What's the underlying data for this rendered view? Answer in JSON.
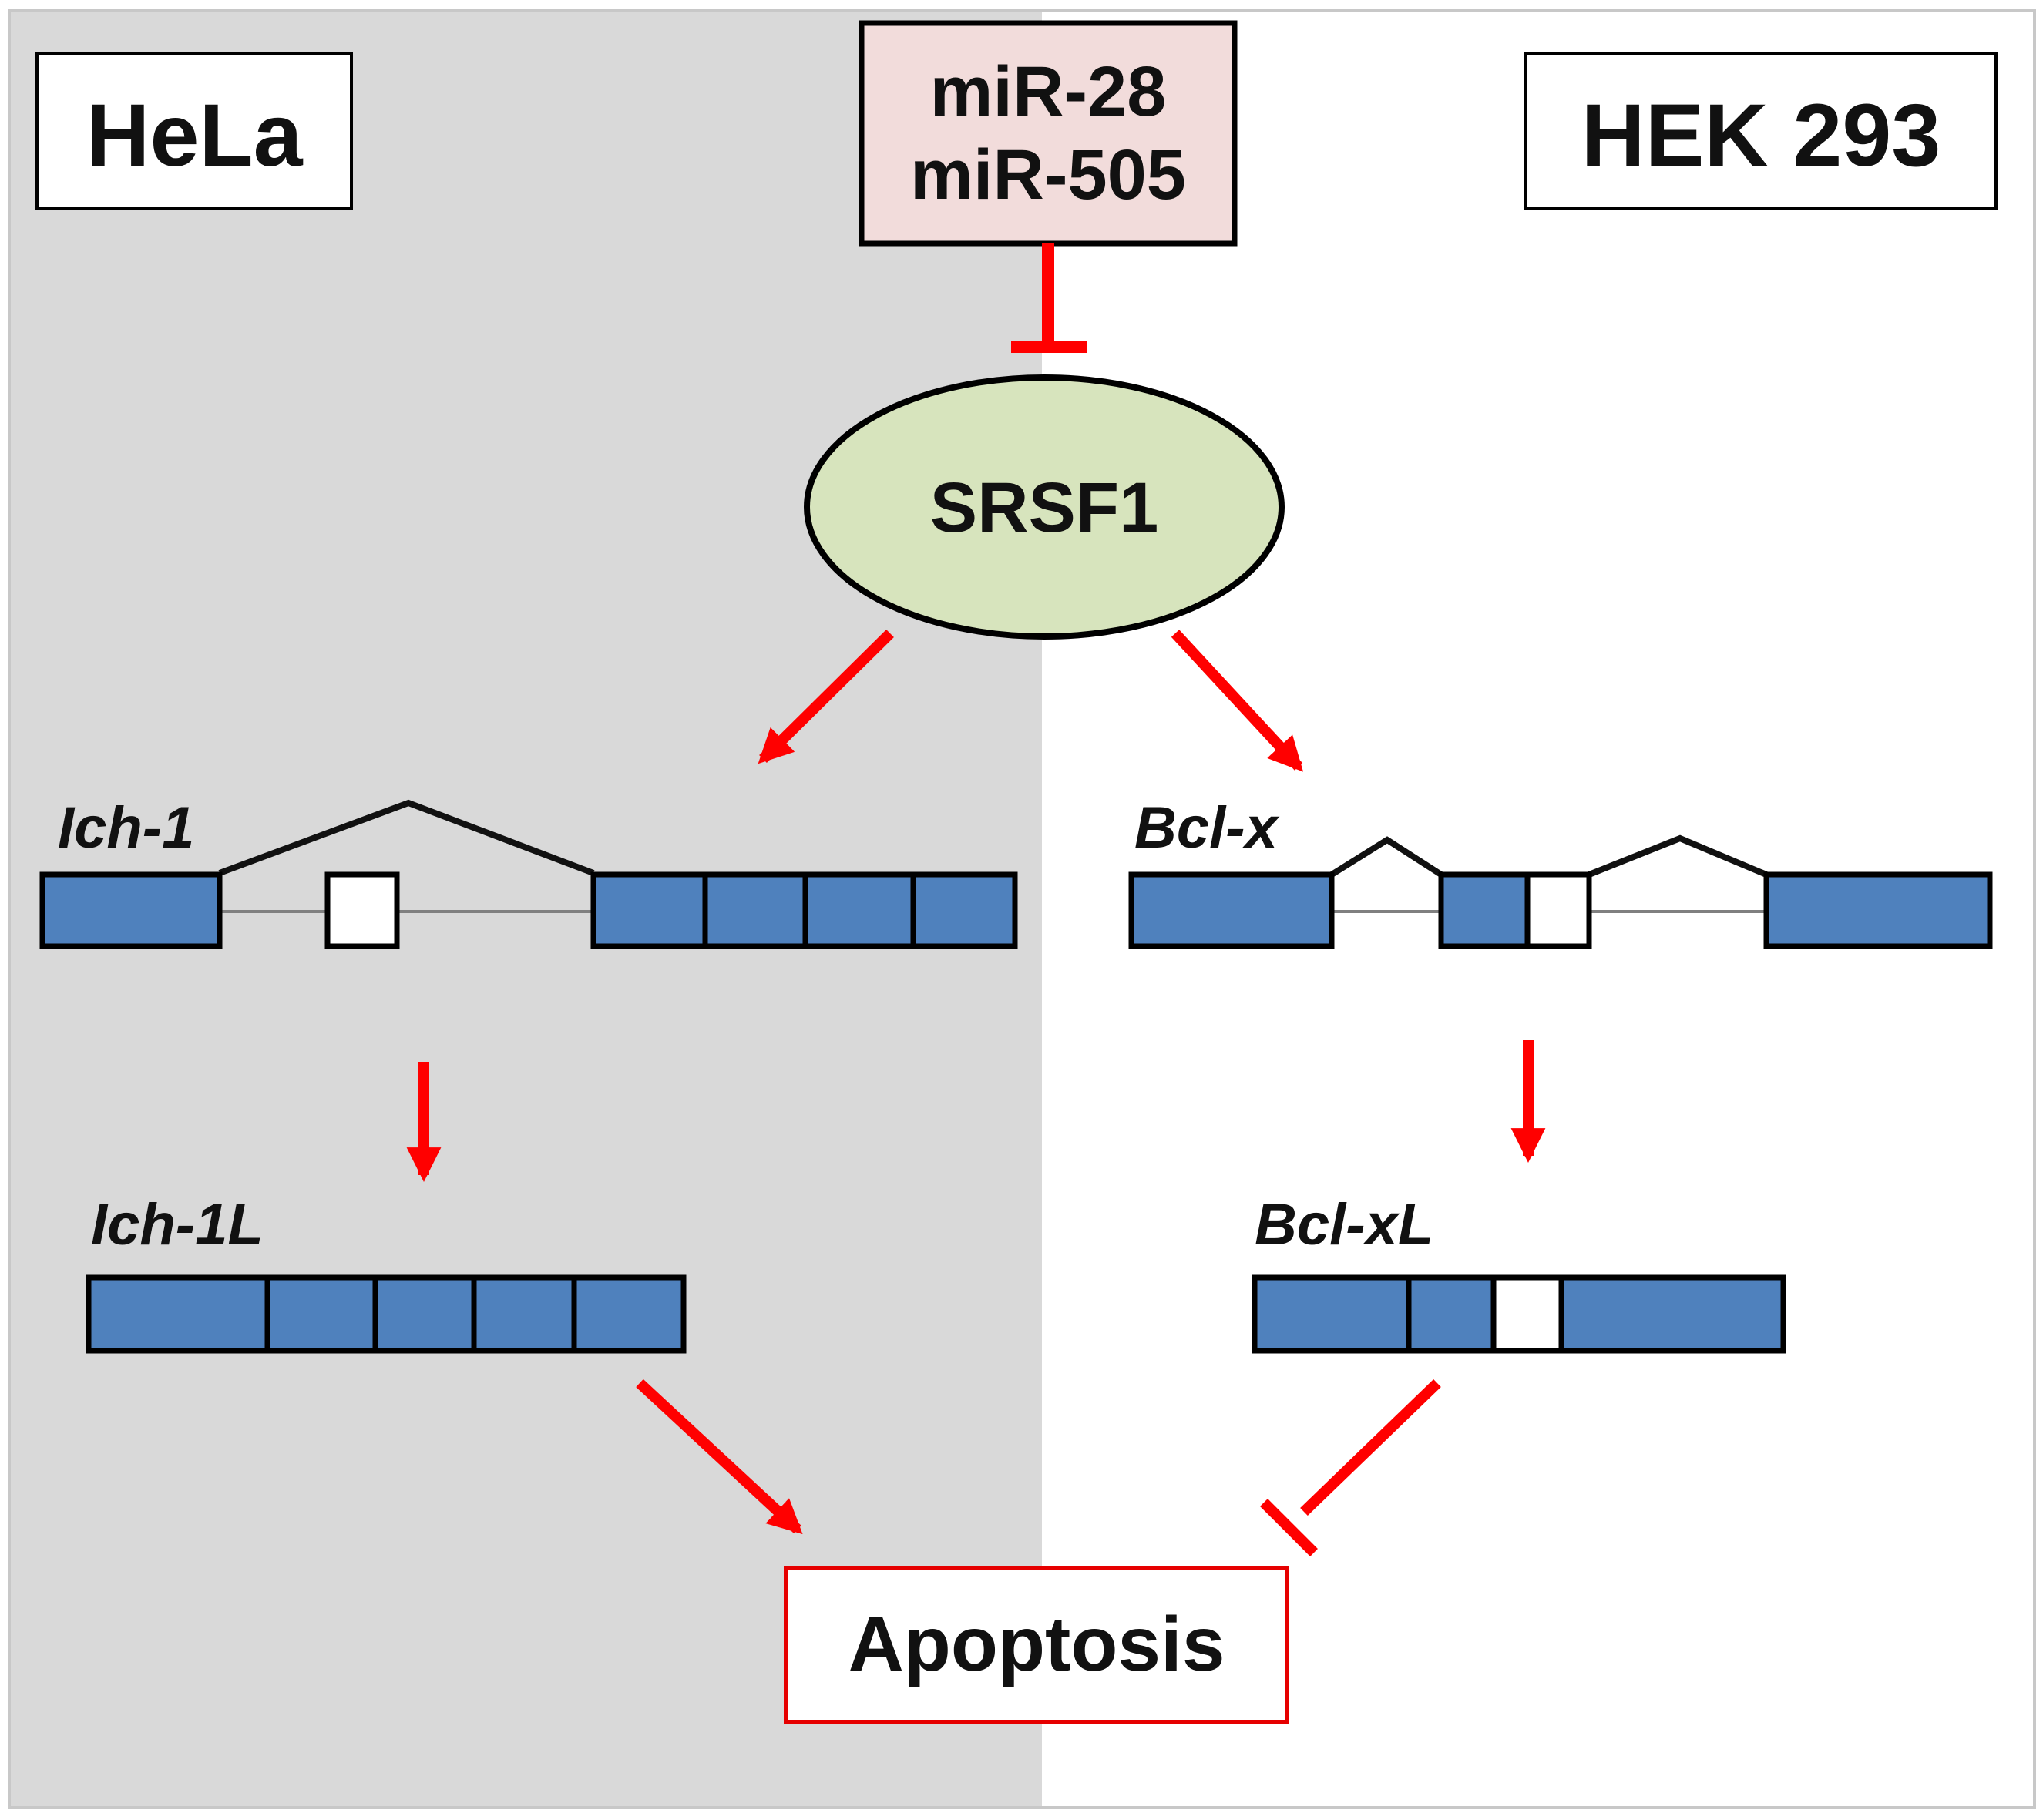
{
  "panels": {
    "left_label": "HeLa",
    "right_label": "HEK 293"
  },
  "regulators": {
    "line1": "miR-28",
    "line2": "miR-505"
  },
  "central_factor": "SRSF1",
  "genes": {
    "left_pre": "Ich-1",
    "right_pre": "Bcl-x",
    "left_isoform": "Ich-1L",
    "right_isoform": "Bcl-xL"
  },
  "outcome": "Apoptosis",
  "colors": {
    "left_panel_bg": "#d9d9d9",
    "right_panel_bg": "#ffffff",
    "arrow": "#ff0000",
    "exon_fill": "#4f81bd",
    "exon_alt_fill": "#ffffff",
    "mirna_box_fill": "#f2dcdb",
    "srsf1_fill": "#d7e4bd",
    "outline": "#000000",
    "apoptosis_border": "#e60000"
  },
  "relations": [
    {
      "from": "miR-28 / miR-505",
      "to": "SRSF1",
      "type": "inhibition"
    },
    {
      "from": "SRSF1",
      "to": "Ich-1",
      "type": "activation"
    },
    {
      "from": "SRSF1",
      "to": "Bcl-x",
      "type": "activation"
    },
    {
      "from": "Ich-1",
      "to": "Ich-1L",
      "type": "activation"
    },
    {
      "from": "Bcl-x",
      "to": "Bcl-xL",
      "type": "activation"
    },
    {
      "from": "Ich-1L",
      "to": "Apoptosis",
      "type": "activation"
    },
    {
      "from": "Bcl-xL",
      "to": "Apoptosis",
      "type": "inhibition"
    }
  ]
}
